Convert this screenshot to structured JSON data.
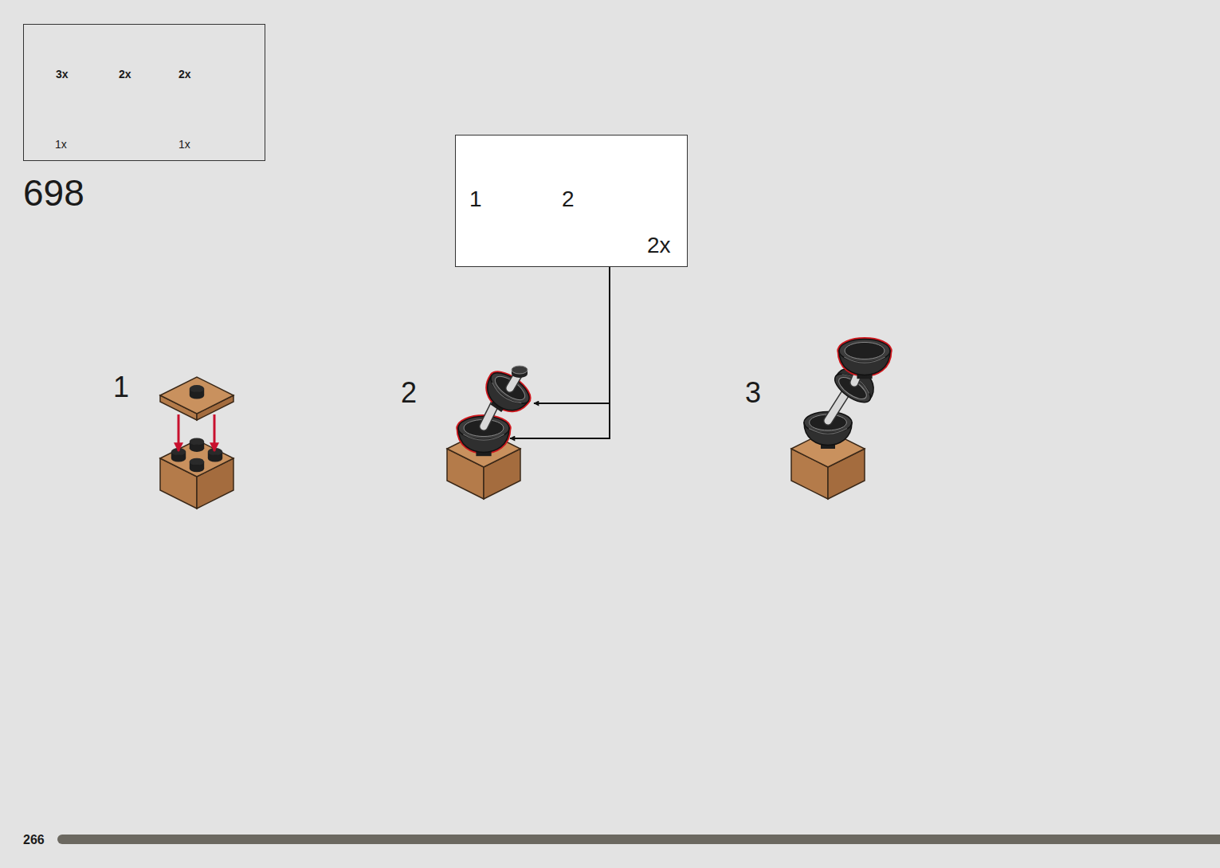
{
  "diagram": {
    "nodes": [
      {
        "text": [
          "3x",
          "2x",
          "2x",
          "1x",
          "1x"
        ]
      },
      {
        "text": [
          "1",
          "2",
          "2x"
        ]
      }
    ],
    "labels": [
      "698",
      "1",
      "2",
      "3",
      "266"
    ]
  }
}
